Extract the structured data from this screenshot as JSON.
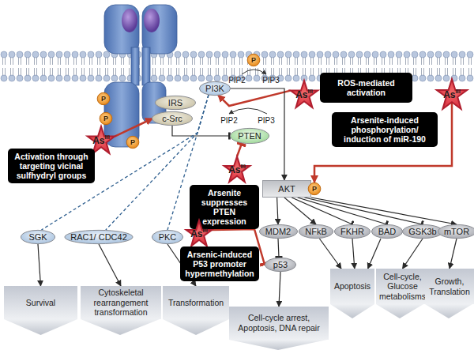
{
  "diagram": {
    "nodes": [
      {
        "text": [
          "P"
        ]
      },
      {
        "text": [
          "P"
        ]
      },
      {
        "text": [
          "P"
        ]
      },
      {
        "text": [
          "IRS"
        ]
      },
      {
        "text": [
          "c-Src"
        ]
      },
      {
        "text": [
          "PI3K"
        ]
      },
      {
        "text": [
          "P"
        ]
      },
      {
        "text": [
          "As",
          "III"
        ]
      },
      {
        "text": [
          "ROS-mediated activation"
        ]
      },
      {
        "text": [
          "As",
          "III"
        ]
      },
      {
        "text": [
          "Activation through targeting vicinal sulfhydryl groups"
        ]
      },
      {
        "text": [
          "PTEN"
        ]
      },
      {
        "text": [
          "As",
          "III"
        ]
      },
      {
        "text": [
          "Arsenite suppresses PTEN expression"
        ]
      },
      {
        "text": [
          "AKT"
        ]
      },
      {
        "text": [
          "P"
        ]
      },
      {
        "text": [
          "As",
          "III"
        ]
      },
      {
        "text": [
          "Arsenite-induced phosphorylation/ induction of miR-190"
        ]
      },
      {
        "text": [
          "SGK"
        ]
      },
      {
        "text": [
          "RAC1/ CDC42"
        ]
      },
      {
        "text": [
          "PKC"
        ]
      },
      {
        "text": [
          "MDM2"
        ]
      },
      {
        "text": [
          "NFkB"
        ]
      },
      {
        "text": [
          "FKHR"
        ]
      },
      {
        "text": [
          "BAD"
        ]
      },
      {
        "text": [
          "GSK3b"
        ]
      },
      {
        "text": [
          "mTOR"
        ]
      },
      {
        "text": [
          "As",
          "III"
        ]
      },
      {
        "text": [
          "Arsenic-induced P53 promoter hypermethylation"
        ]
      },
      {
        "text": [
          "p53"
        ]
      },
      {
        "text": [
          "Survival"
        ]
      },
      {
        "text": [
          "Cytoskeletal rearrangement transformation"
        ]
      },
      {
        "text": [
          "Transformation"
        ]
      },
      {
        "text": [
          "Apoptosis"
        ]
      },
      {
        "text": [
          "Cell-cycle, Glucose metabolisms"
        ]
      },
      {
        "text": [
          "Growth, Translation"
        ]
      },
      {
        "text": [
          "Cell-cycle arrest, Apoptosis, DNA repair"
        ]
      }
    ],
    "edges": [
      {
        "from": 7,
        "to": 5,
        "arrow": "to"
      },
      {
        "from": 5,
        "to": 14,
        "arrow": "to"
      },
      {
        "from": 4,
        "to": 11,
        "arrow": "to"
      },
      {
        "from": 9,
        "to": 4,
        "arrow": "to"
      },
      {
        "from": 12,
        "to": 11,
        "arrow": "to"
      },
      {
        "from": 16,
        "to": 15,
        "arrow": "to"
      },
      {
        "from": 5,
        "to": 18,
        "arrow": "none"
      },
      {
        "from": 5,
        "to": 19,
        "arrow": "none"
      },
      {
        "from": 5,
        "to": 20,
        "arrow": "none"
      },
      {
        "from": 14,
        "to": 21,
        "arrow": "to"
      },
      {
        "from": 14,
        "to": 22,
        "arrow": "to"
      },
      {
        "from": 14,
        "to": 23,
        "arrow": "to"
      },
      {
        "from": 14,
        "to": 24,
        "arrow": "to"
      },
      {
        "from": 14,
        "to": 25,
        "arrow": "to"
      },
      {
        "from": 14,
        "to": 26,
        "arrow": "to"
      },
      {
        "from": 21,
        "to": 29,
        "arrow": "to"
      },
      {
        "from": 27,
        "to": 29,
        "arrow": "to"
      },
      {
        "from": 29,
        "to": 36,
        "arrow": "to"
      },
      {
        "from": 18,
        "to": 30,
        "arrow": "to"
      },
      {
        "from": 19,
        "to": 31,
        "arrow": "to"
      },
      {
        "from": 20,
        "to": 32,
        "arrow": "to"
      },
      {
        "from": 22,
        "to": 33,
        "arrow": "to"
      },
      {
        "from": 23,
        "to": 33,
        "arrow": "to"
      },
      {
        "from": 24,
        "to": 33,
        "arrow": "to"
      },
      {
        "from": 25,
        "to": 34,
        "arrow": "to"
      },
      {
        "from": 26,
        "to": 35,
        "arrow": "to"
      }
    ],
    "labels": [
      "PIP2",
      "PIP3",
      "PIP2",
      "PIP3"
    ]
  }
}
